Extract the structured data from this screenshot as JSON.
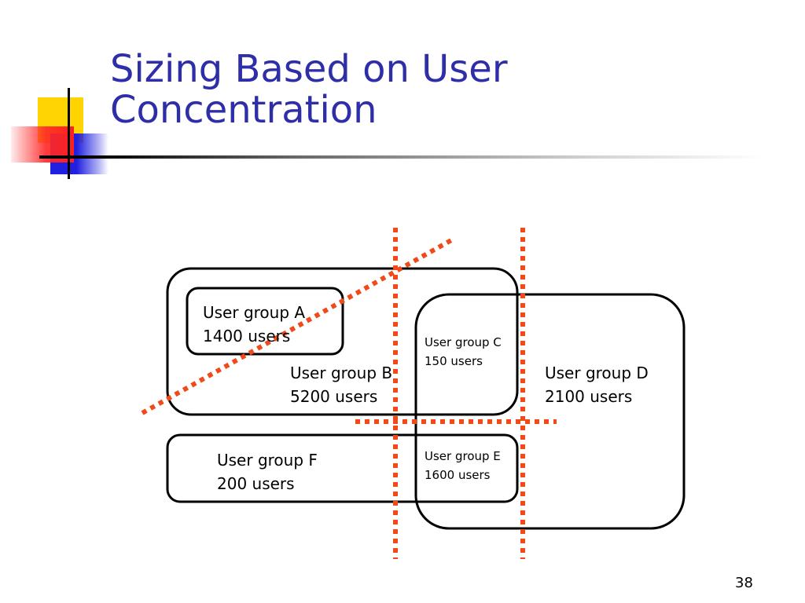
{
  "slide": {
    "title_line1": "Sizing Based on User",
    "title_line2": "Concentration",
    "page_number": "38"
  },
  "groups": {
    "a": {
      "name": "User group A",
      "users": "1400 users"
    },
    "b": {
      "name": "User group B",
      "users": "5200 users"
    },
    "c": {
      "name": "User group C",
      "users": "150 users"
    },
    "d": {
      "name": "User group D",
      "users": "2100 users"
    },
    "e": {
      "name": "User group E",
      "users": "1600 users"
    },
    "f": {
      "name": "User group F",
      "users": "200 users"
    }
  },
  "colors": {
    "title": "#2E2EA8",
    "dotted_line": "#F04A1A",
    "box_stroke": "#000000"
  }
}
